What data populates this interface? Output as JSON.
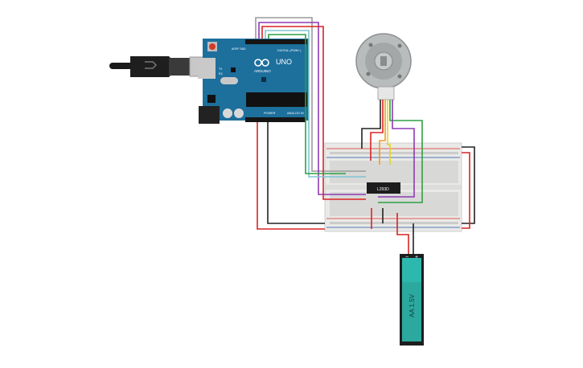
{
  "arduino": {
    "brand": "ARDUINO",
    "model": "UNO",
    "header_digital": "DIGITAL (PWM~)",
    "header_power": "POWER",
    "header_analog": "ANALOG IN",
    "pin_aref": "AREF",
    "pin_gnd": "GND",
    "pin_tx": "TX",
    "pin_rx": "RX"
  },
  "breadboard": {
    "chip_label": "L293D"
  },
  "battery": {
    "label": "AA 1.5V",
    "minus": "−",
    "plus": "+"
  },
  "colors": {
    "board": "#1d6f9c",
    "breadboard": "#e9e9e7",
    "battery": "#2db8ad",
    "wire_red": "#d82424",
    "wire_black": "#222222",
    "wire_orange": "#f39a1e",
    "wire_yellow": "#e8d31a",
    "wire_green": "#2ea043",
    "wire_purple": "#8e3ab5",
    "wire_gray": "#9a9a9a",
    "wire_cyan": "#7ec6d6"
  }
}
